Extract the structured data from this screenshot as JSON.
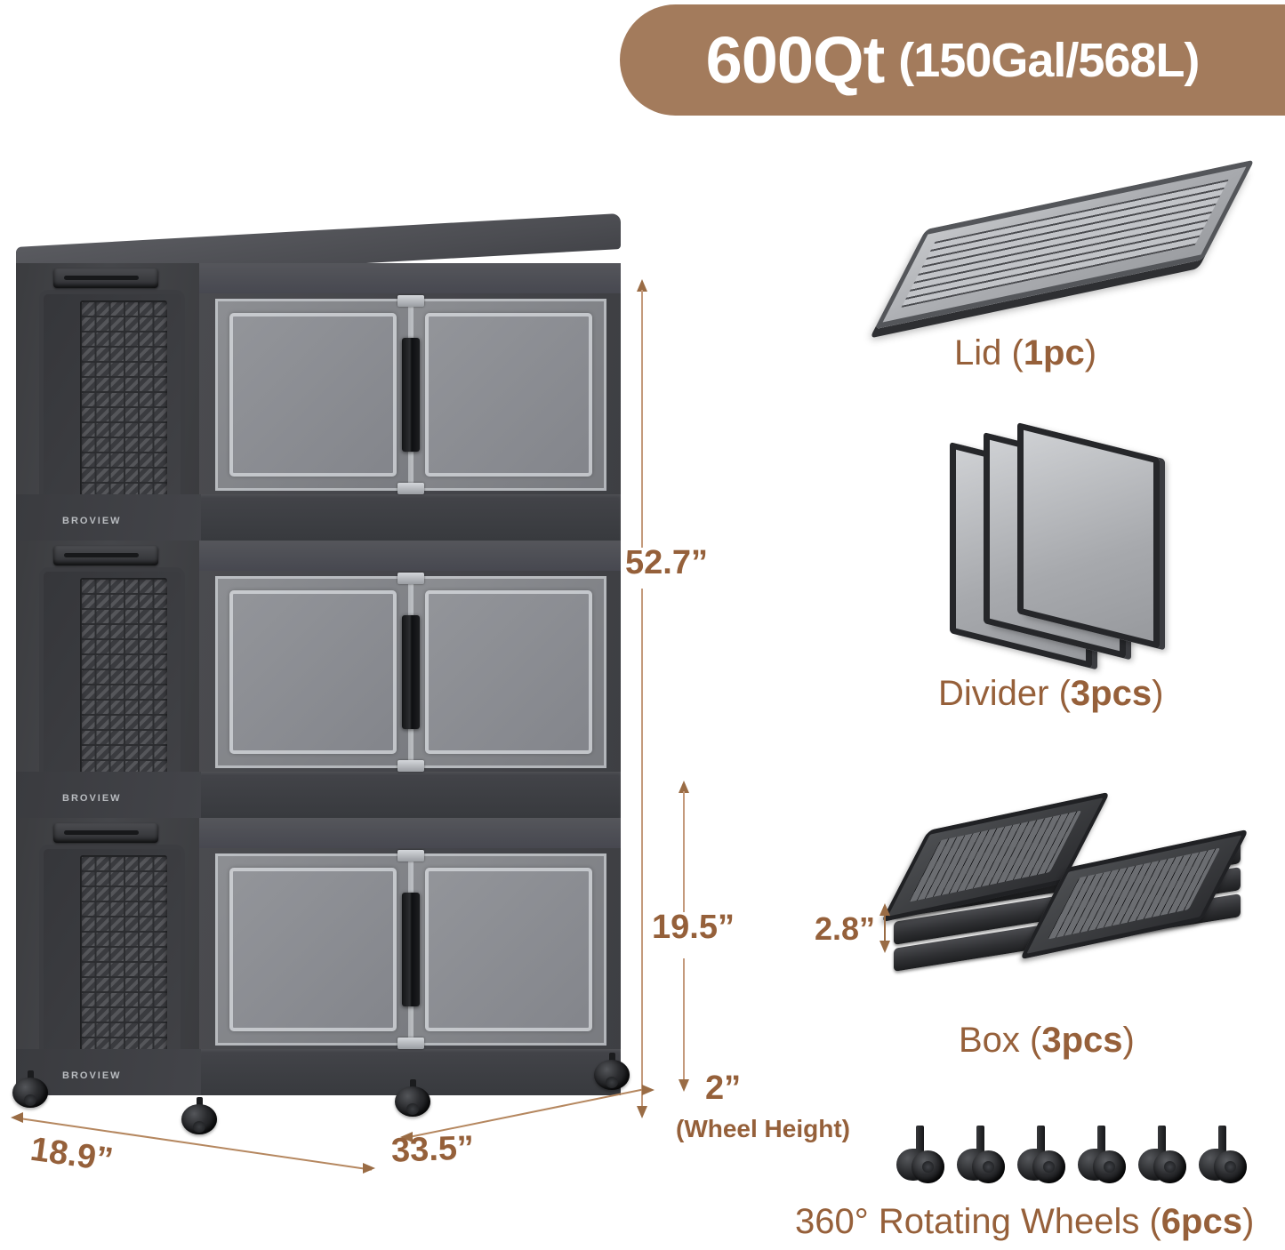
{
  "badge": {
    "capacity_primary": "600Qt",
    "capacity_secondary": "(150Gal/568L)",
    "bg_color": "#a37b5c",
    "text_color": "#ffffff"
  },
  "accent_color": "#96603a",
  "product": {
    "brand": "BROVIEW",
    "tier_count": 3,
    "door_count_per_tier": 2,
    "visible_caster_count": 4
  },
  "dimensions": {
    "total_height": "52.7”",
    "tier_height": "19.5”",
    "wheel_height_value": "2”",
    "wheel_height_note": "(Wheel Height)",
    "depth": "18.9”",
    "width": "33.5”",
    "folded_box_height": "2.8”"
  },
  "parts": [
    {
      "name": "Lid",
      "label_prefix": "Lid (",
      "count": "1pc",
      "label_suffix": ")"
    },
    {
      "name": "Divider",
      "label_prefix": "Divider (",
      "count": "3pcs",
      "label_suffix": ")"
    },
    {
      "name": "Box",
      "label_prefix": "Box (",
      "count": "3pcs",
      "label_suffix": ")"
    },
    {
      "name": "Wheels",
      "label_prefix": "360° Rotating Wheels (",
      "count": "6pcs",
      "label_suffix": ")"
    }
  ],
  "icons": {
    "lid": "lid-panel-icon",
    "divider": "divider-panel-icon",
    "box": "folded-box-icon",
    "wheel": "caster-wheel-icon",
    "arrow_up": "arrow-up-icon",
    "arrow_down": "arrow-down-icon",
    "arrow_left": "arrow-left-icon",
    "arrow_right": "arrow-right-icon"
  }
}
